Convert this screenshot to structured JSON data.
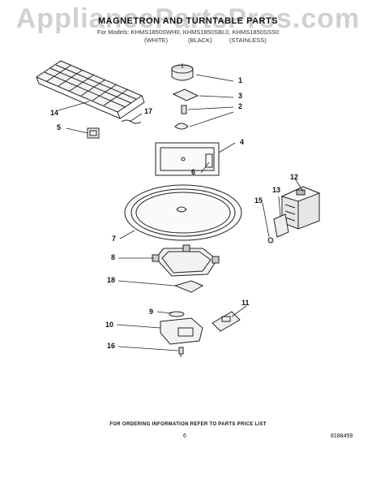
{
  "watermark": "AppliancePartsPros.com",
  "header": {
    "title": "MAGNETRON AND TURNTABLE PARTS",
    "models": "For Models: KHMS1850SWH0, KHMS1850SBL0, KHMS1850SSS0",
    "color_white": "(WHITE)",
    "color_black": "(BLACK)",
    "color_stainless": "(STAINLESS)"
  },
  "callouts": [
    "1",
    "3",
    "2",
    "4",
    "6",
    "14",
    "17",
    "5",
    "12",
    "13",
    "15",
    "7",
    "8",
    "18",
    "9",
    "11",
    "10",
    "16"
  ],
  "footer": {
    "ordering_note": "FOR ORDERING INFORMATION REFER TO PARTS PRICE LIST",
    "page_number": "6",
    "document_number": "8188459"
  },
  "colors": {
    "line": "#222222",
    "watermark": "#969696"
  }
}
